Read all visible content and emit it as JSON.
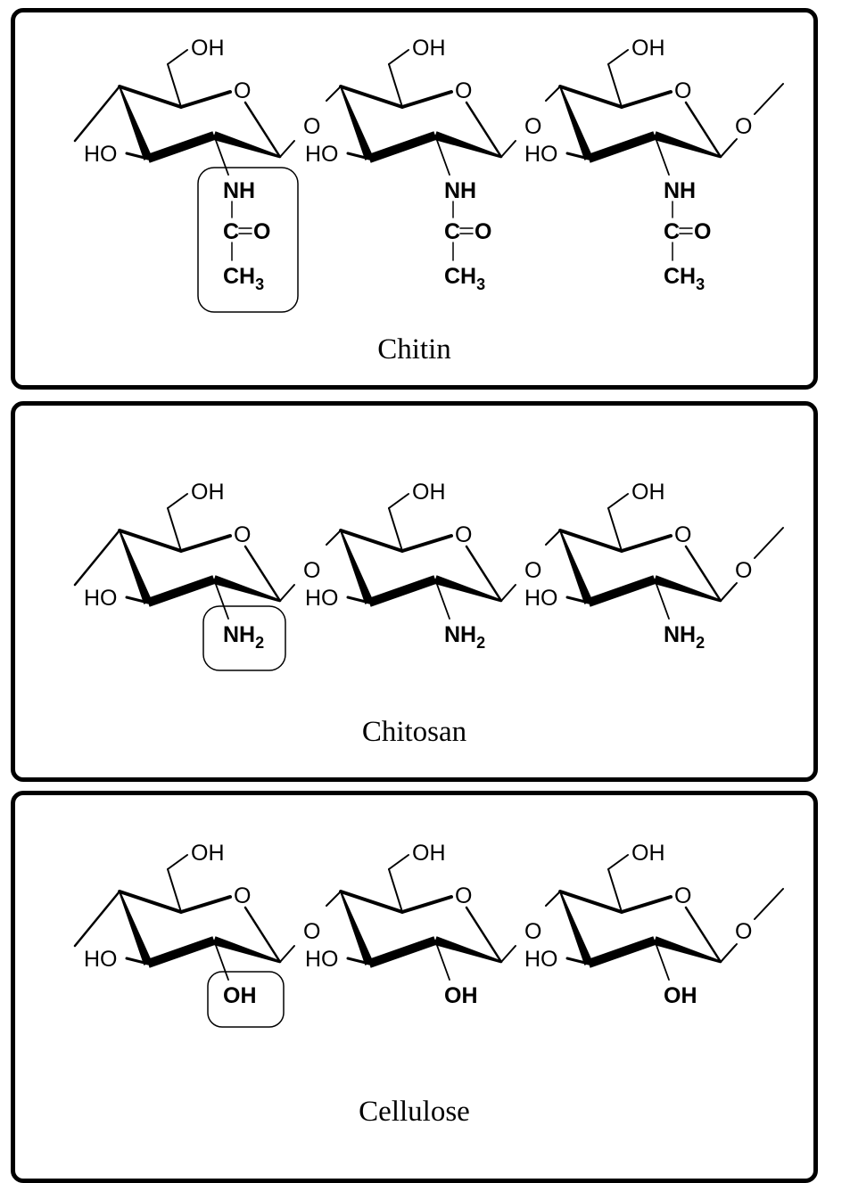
{
  "figure": {
    "panels": [
      {
        "name": "Chitin",
        "caption": "Chitin",
        "substituent": "acetamido",
        "sub_lines": [
          "NH",
          "C=O",
          "CH3"
        ],
        "highlight_first": true
      },
      {
        "name": "Chitosan",
        "caption": "Chitosan",
        "substituent": "amino",
        "sub_lines": [
          "NH2"
        ],
        "highlight_first": true
      },
      {
        "name": "Cellulose",
        "caption": "Cellulose",
        "substituent": "hydroxyl",
        "sub_lines": [
          "OH"
        ],
        "highlight_first": true
      }
    ],
    "labels": {
      "ch2oh": "OH",
      "ring_o": "O",
      "glyco_o": "O",
      "ho": "HO",
      "nh": "NH",
      "c": "C",
      "o": "O",
      "ch": "CH",
      "three": "3",
      "nh2_n": "NH",
      "two": "2",
      "oh": "OH"
    },
    "colors": {
      "line": "#000000",
      "background": "#ffffff"
    }
  }
}
